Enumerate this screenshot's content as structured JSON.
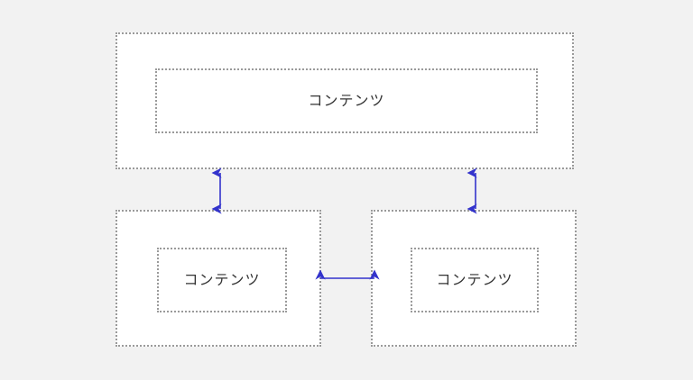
{
  "diagram": {
    "type": "block-diagram",
    "background_color": "#f2f2f2",
    "panel_fill_color": "#ffffff",
    "panel_border_color": "#9a9a9a",
    "panel_border_style": "dotted",
    "text_color": "#333333",
    "connector_color": "#3333cc",
    "panels": [
      {
        "id": "top",
        "position": "top",
        "content_label": "コンテンツ"
      },
      {
        "id": "bottom-left",
        "position": "bottom-left",
        "content_label": "コンテンツ"
      },
      {
        "id": "bottom-right",
        "position": "bottom-right",
        "content_label": "コンテンツ"
      }
    ],
    "connectors": [
      {
        "id": "left",
        "orientation": "vertical",
        "heads": "both",
        "from": "top",
        "to": "bottom-left"
      },
      {
        "id": "right",
        "orientation": "vertical",
        "heads": "both",
        "from": "top",
        "to": "bottom-right"
      },
      {
        "id": "middle",
        "orientation": "horizontal",
        "heads": "both",
        "from": "bottom-left",
        "to": "bottom-right"
      }
    ]
  }
}
